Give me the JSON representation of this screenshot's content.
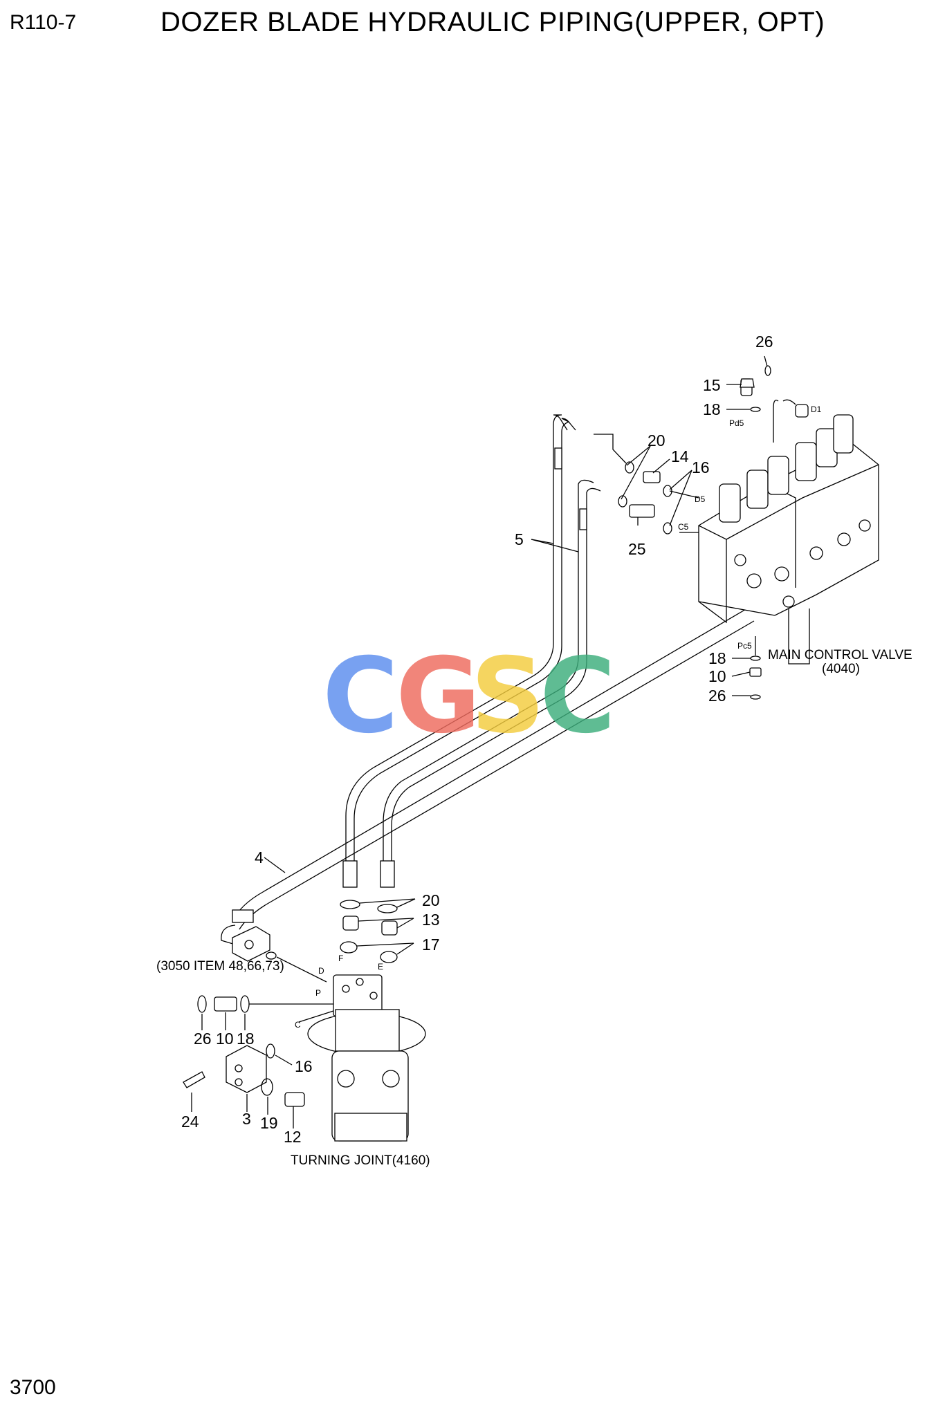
{
  "header": {
    "model": "R110-7",
    "title": "DOZER BLADE HYDRAULIC PIPING(UPPER, OPT)"
  },
  "footer": {
    "page_number": "3700"
  },
  "watermark": {
    "letters": [
      "C",
      "G",
      "S",
      "C"
    ],
    "colors": [
      "#5b8def",
      "#ef6b5e",
      "#f3cc3e",
      "#3cae7c"
    ]
  },
  "labels": {
    "main_control_valve": "MAIN CONTROL VALVE",
    "main_control_valve_ref": "(4040)",
    "turning_joint": "TURNING JOINT(4160)",
    "ref_3050": "(3050 ITEM 48,66,73)"
  },
  "ports": {
    "d1": "D1",
    "d5": "D5",
    "c5": "C5",
    "pd5": "Pd5",
    "pc5": "Pc5",
    "d": "D",
    "p": "P",
    "c": "C",
    "f": "F",
    "e": "E"
  },
  "callouts": {
    "c26_top": "26",
    "c15": "15",
    "c18_top": "18",
    "c20_top": "20",
    "c14": "14",
    "c16_top": "16",
    "c5": "5",
    "c25": "25",
    "c18_mid": "18",
    "c10_mid": "10",
    "c26_mid": "26",
    "c4": "4",
    "c20_bot": "20",
    "c13": "13",
    "c17": "17",
    "c26_left": "26",
    "c10_left": "10",
    "c18_left": "18",
    "c16_bot": "16",
    "c24": "24",
    "c3": "3",
    "c19": "19",
    "c12": "12"
  }
}
